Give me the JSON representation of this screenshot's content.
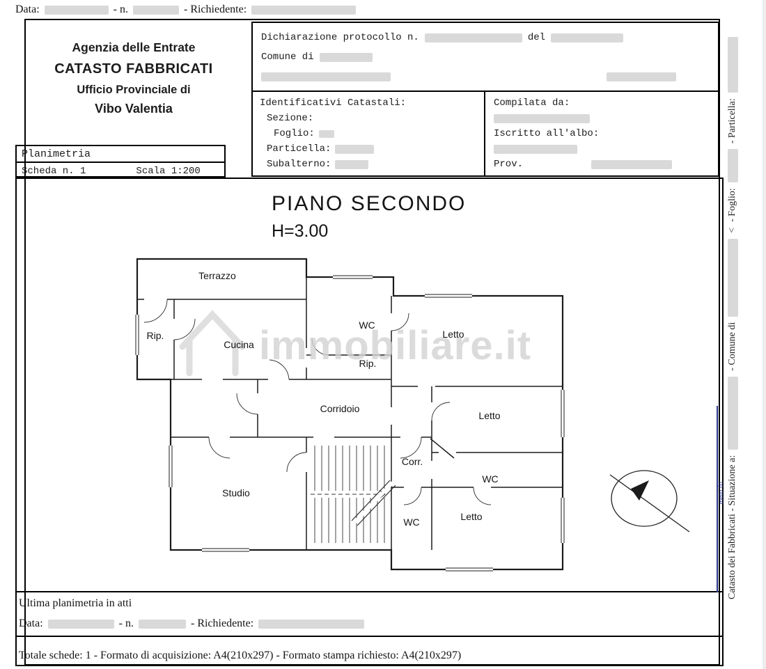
{
  "document": {
    "top_line": {
      "data_label": "Data:",
      "n_label": "- n.",
      "richiedente_label": "- Richiedente:"
    },
    "agency": {
      "line1": "Agenzia delle Entrate",
      "line2": "CATASTO FABBRICATI",
      "line3": "Ufficio Provinciale di",
      "line4": "Vibo Valentia"
    },
    "declaration": {
      "protocol_label": "Dichiarazione protocollo n.",
      "del_label": "del",
      "comune_label": "Comune di"
    },
    "identificativi": {
      "title": "Identificativi Catastali:",
      "sezione": "Sezione:",
      "foglio": "Foglio:",
      "particella": "Particella:",
      "subalterno": "Subalterno:"
    },
    "compilata": {
      "title": "Compilata da:",
      "albo": "Iscritto all'albo:",
      "prov": "Prov."
    },
    "planimetria": {
      "title": "Planimetria",
      "scheda": "Scheda n. 1",
      "scala": "Scala 1:200"
    },
    "plan": {
      "title": "PIANO SECONDO",
      "height_label": "H=3.00",
      "watermark": "immobiliare.it",
      "metri_label": "metri 01",
      "rooms": [
        "Terrazzo",
        "Rip.",
        "Cucina",
        "WC",
        "Letto",
        "Rip.",
        "Corridoio",
        "Letto",
        "Studio",
        "Corr.",
        "WC",
        "WC",
        "Letto"
      ]
    },
    "footer": {
      "ultima": "Ultima planimetria in atti",
      "data_label": "Data:",
      "n_label": "- n.",
      "richiedente_label": "- Richiedente:",
      "totale": "Totale schede: 1 - Formato di acquisizione: A4(210x297)  - Formato stampa richiesto: A4(210x297)"
    },
    "sidebar": {
      "part1": "Catasto dei Fabbricati - Situazione a:",
      "part2": "- Comune di",
      "part3": "<",
      "part4": "- Foglio:",
      "part5": "- Particella:"
    }
  },
  "colors": {
    "ink": "#1b1b1b",
    "redact": "#d9d9d9",
    "watermark": "#d3d3d3",
    "blue_mark": "#2a3590"
  }
}
